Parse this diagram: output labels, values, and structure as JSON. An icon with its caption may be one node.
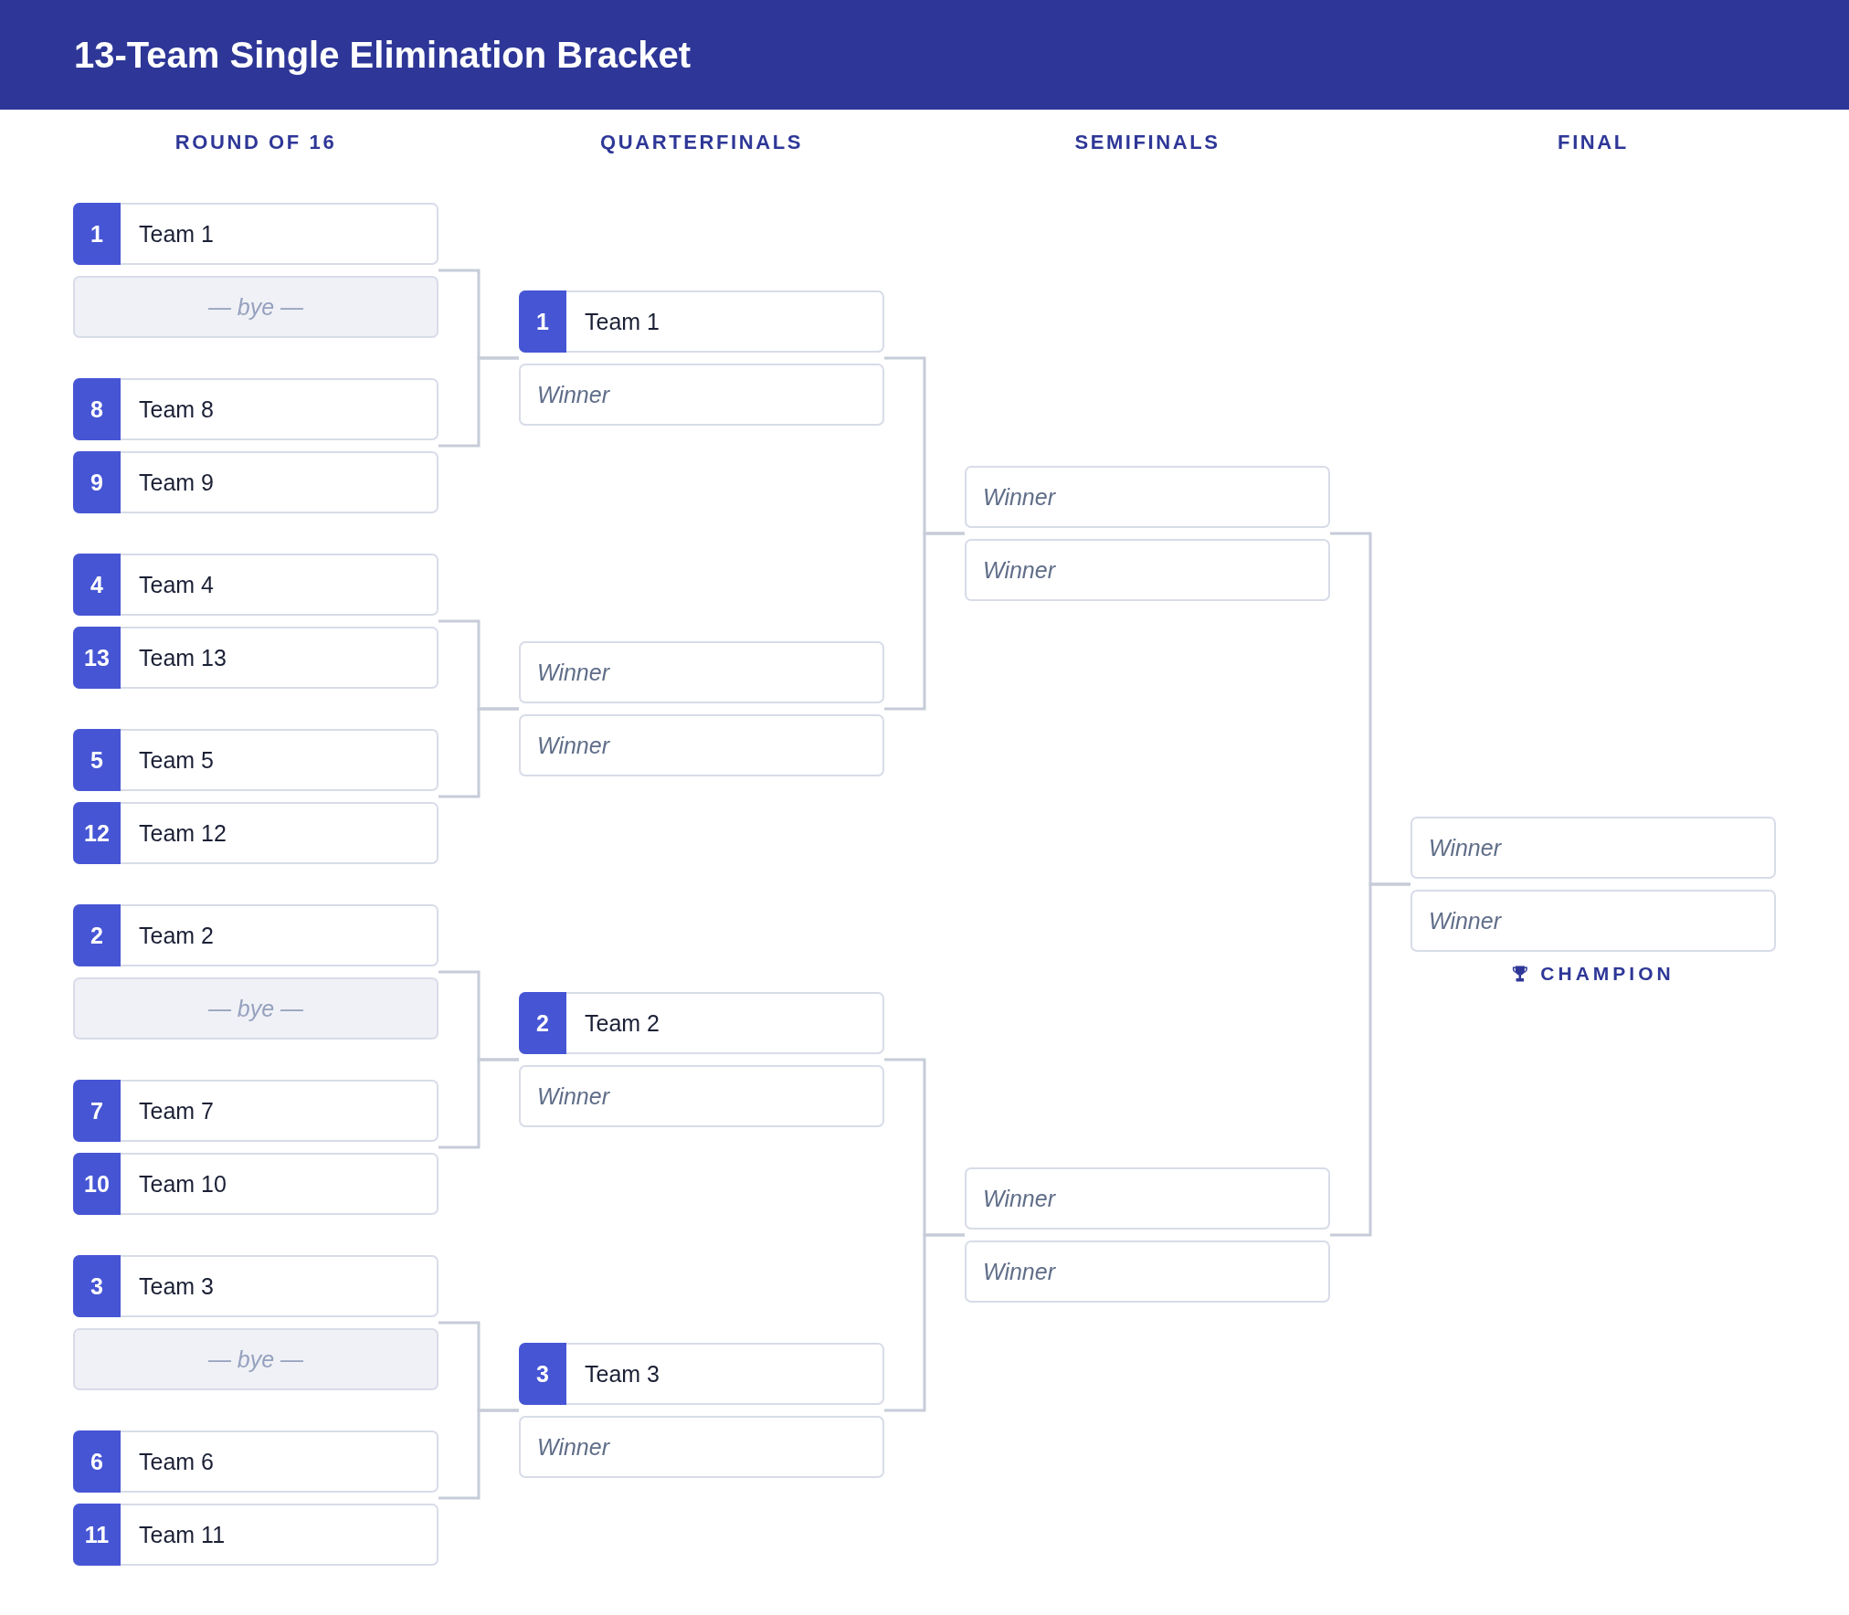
{
  "diagram": {
    "title": "13-Team Single Elimination Bracket",
    "nodes": [
      {
        "text": [
          "1",
          "Team 1"
        ]
      },
      {
        "text": [
          "— bye —"
        ]
      },
      {
        "text": [
          "8",
          "Team 8"
        ]
      },
      {
        "text": [
          "9",
          "Team 9"
        ]
      },
      {
        "text": [
          "4",
          "Team 4"
        ]
      },
      {
        "text": [
          "13",
          "Team 13"
        ]
      },
      {
        "text": [
          "5",
          "Team 5"
        ]
      },
      {
        "text": [
          "12",
          "Team 12"
        ]
      },
      {
        "text": [
          "2",
          "Team 2"
        ]
      },
      {
        "text": [
          "— bye —"
        ]
      },
      {
        "text": [
          "7",
          "Team 7"
        ]
      },
      {
        "text": [
          "10",
          "Team 10"
        ]
      },
      {
        "text": [
          "3",
          "Team 3"
        ]
      },
      {
        "text": [
          "— bye —"
        ]
      },
      {
        "text": [
          "6",
          "Team 6"
        ]
      },
      {
        "text": [
          "11",
          "Team 11"
        ]
      },
      {
        "text": [
          "1",
          "Team 1"
        ]
      },
      {
        "text": [
          "Winner"
        ]
      },
      {
        "text": [
          "Winner"
        ]
      },
      {
        "text": [
          "Winner"
        ]
      },
      {
        "text": [
          "2",
          "Team 2"
        ]
      },
      {
        "text": [
          "Winner"
        ]
      },
      {
        "text": [
          "3",
          "Team 3"
        ]
      },
      {
        "text": [
          "Winner"
        ]
      },
      {
        "text": [
          "Winner"
        ]
      },
      {
        "text": [
          "Winner"
        ]
      },
      {
        "text": [
          "Winner"
        ]
      },
      {
        "text": [
          "Winner"
        ]
      },
      {
        "text": [
          "Winner"
        ]
      },
      {
        "text": [
          "Winner"
        ]
      }
    ],
    "edges": [
      {
        "from": 0,
        "to": 16,
        "arrow": "none"
      },
      {
        "from": 1,
        "to": 16,
        "arrow": "none"
      },
      {
        "from": 2,
        "to": 17,
        "arrow": "none"
      },
      {
        "from": 3,
        "to": 17,
        "arrow": "none"
      },
      {
        "from": 4,
        "to": 18,
        "arrow": "none"
      },
      {
        "from": 5,
        "to": 18,
        "arrow": "none"
      },
      {
        "from": 6,
        "to": 19,
        "arrow": "none"
      },
      {
        "from": 7,
        "to": 19,
        "arrow": "none"
      },
      {
        "from": 8,
        "to": 20,
        "arrow": "none"
      },
      {
        "from": 9,
        "to": 20,
        "arrow": "none"
      },
      {
        "from": 10,
        "to": 21,
        "arrow": "none"
      },
      {
        "from": 11,
        "to": 21,
        "arrow": "none"
      },
      {
        "from": 12,
        "to": 22,
        "arrow": "none"
      },
      {
        "from": 13,
        "to": 22,
        "arrow": "none"
      },
      {
        "from": 14,
        "to": 23,
        "arrow": "none"
      },
      {
        "from": 15,
        "to": 23,
        "arrow": "none"
      },
      {
        "from": 16,
        "to": 24,
        "arrow": "none"
      },
      {
        "from": 17,
        "to": 24,
        "arrow": "none"
      },
      {
        "from": 18,
        "to": 25,
        "arrow": "none"
      },
      {
        "from": 19,
        "to": 25,
        "arrow": "none"
      },
      {
        "from": 20,
        "to": 26,
        "arrow": "none"
      },
      {
        "from": 21,
        "to": 26,
        "arrow": "none"
      },
      {
        "from": 22,
        "to": 27,
        "arrow": "none"
      },
      {
        "from": 23,
        "to": 27,
        "arrow": "none"
      },
      {
        "from": 24,
        "to": 28,
        "arrow": "none"
      },
      {
        "from": 25,
        "to": 28,
        "arrow": "none"
      },
      {
        "from": 26,
        "to": 29,
        "arrow": "none"
      },
      {
        "from": 27,
        "to": 29,
        "arrow": "none"
      }
    ],
    "labels": [
      "ROUND OF 16",
      "QUARTERFINALS",
      "SEMIFINALS",
      "FINAL",
      "CHAMPION"
    ]
  }
}
